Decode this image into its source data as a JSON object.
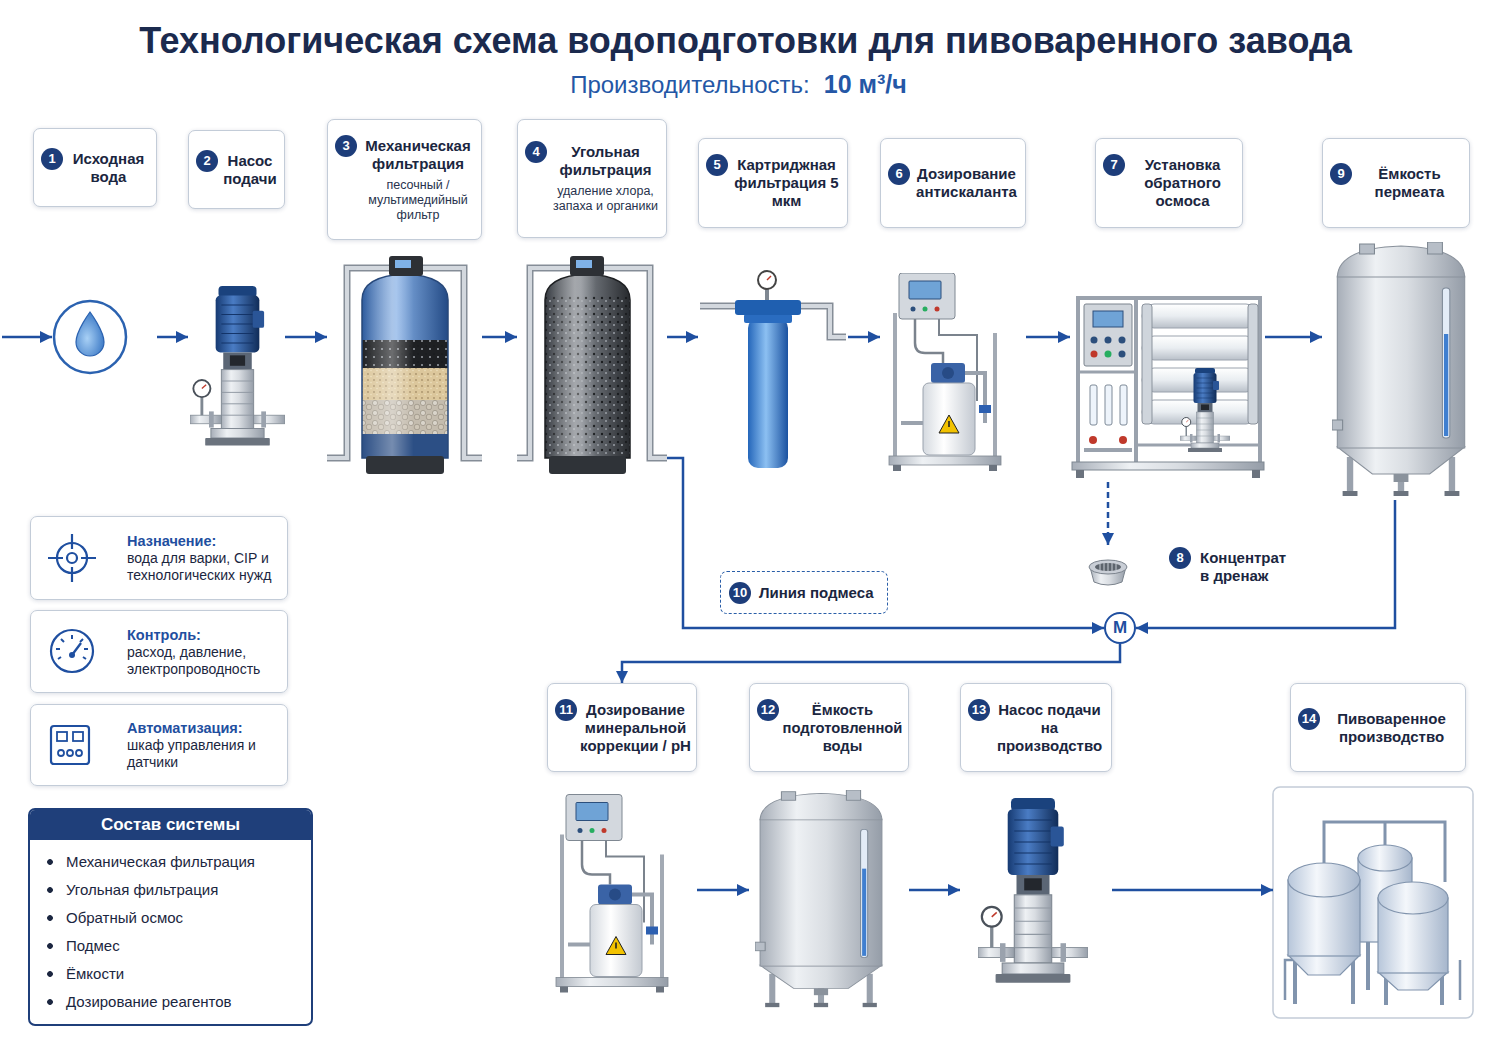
{
  "diagram": {
    "title": "Технологическая схема водоподготовки для пивоваренного завода",
    "nodes": [
      {
        "text": [
          "1",
          "Исходная вода"
        ]
      },
      {
        "text": [
          "2",
          "Насос подачи"
        ]
      },
      {
        "text": [
          "3",
          "Механическая фильтрация",
          "песочный / мультимедийный фильтр"
        ]
      },
      {
        "text": [
          "4",
          "Угольная фильтрация",
          "удаление хлора, запаха и органики"
        ]
      },
      {
        "text": [
          "5",
          "Картриджная фильтрация 5 мкм"
        ]
      },
      {
        "text": [
          "6",
          "Дозирование антискаланта"
        ]
      },
      {
        "text": [
          "7",
          "Установка обратного осмоса"
        ]
      },
      {
        "text": [
          "9",
          "Ёмкость пермеата"
        ]
      },
      {
        "text": [
          "Назначение:",
          "вода для варки, CIP и технологических нужд"
        ]
      },
      {
        "text": [
          "8",
          "Концентрат в дренаж"
        ]
      },
      {
        "text": [
          "10",
          "Линия подмеса"
        ]
      },
      {
        "text": [
          "Контроль:",
          "расход, давление, электропроводность"
        ]
      },
      {
        "text": [
          "M"
        ]
      },
      {
        "text": [
          "Автоматизация:",
          "шкаф управления и датчики"
        ]
      },
      {
        "text": [
          "11",
          "Дозирование минеральной коррекции / pH"
        ]
      },
      {
        "text": [
          "12",
          "Ёмкость подготовленной воды"
        ]
      },
      {
        "text": [
          "13",
          "Насос подачи на производство"
        ]
      },
      {
        "text": [
          "14",
          "Пивоваренное производство"
        ]
      },
      {
        "text": [
          "Состав системы",
          "Механическая фильтрация",
          "Угольная фильтрация",
          "Обратный осмос",
          "Подмес",
          "Ёмкости",
          "Дозирование реагентов"
        ]
      }
    ],
    "edges": [
      {
        "from": 0,
        "to": 1,
        "arrow": "to"
      },
      {
        "from": 1,
        "to": 2,
        "arrow": "to"
      },
      {
        "from": 2,
        "to": 3,
        "arrow": "to"
      },
      {
        "from": 3,
        "to": 4,
        "arrow": "to"
      },
      {
        "from": 4,
        "to": 5,
        "arrow": "to"
      },
      {
        "from": 5,
        "to": 6,
        "arrow": "to"
      },
      {
        "from": 6,
        "to": 7,
        "arrow": "to"
      },
      {
        "from": 6,
        "to": 9,
        "arrow": "to"
      },
      {
        "from": 3,
        "to": 12,
        "arrow": "to"
      },
      {
        "from": 7,
        "to": 12,
        "arrow": "to"
      },
      {
        "from": 12,
        "to": 14,
        "arrow": "to"
      },
      {
        "from": 14,
        "to": 15,
        "arrow": "to"
      },
      {
        "from": 15,
        "to": 16,
        "arrow": "to"
      },
      {
        "from": 16,
        "to": 17,
        "arrow": "to"
      }
    ],
    "labels": [
      "Производительность:",
      "10 м³/ч"
    ]
  }
}
